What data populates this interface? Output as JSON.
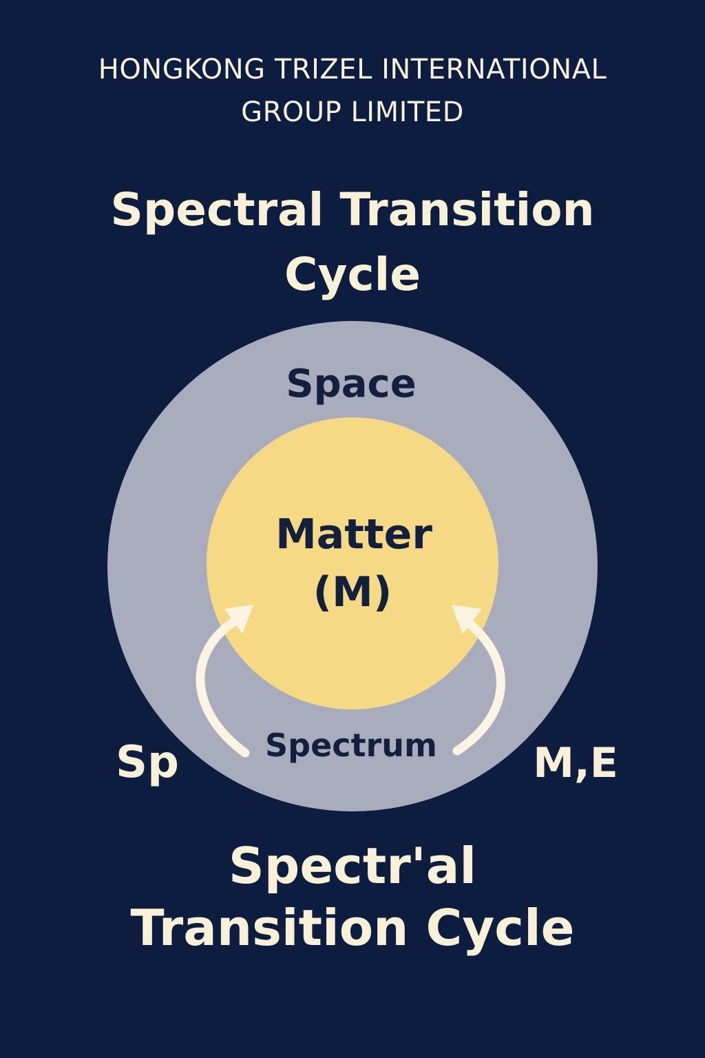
{
  "header": {
    "company_line1": "HONGKONG TRIZEL INTERNATIONAL",
    "company_line2": "GROUP LIMITED",
    "title_line1": "Spectral Transition",
    "title_line2": "Cycle"
  },
  "diagram": {
    "outer_label": "Space",
    "inner_label_line1": "Matter",
    "inner_label_line2": "(M)",
    "cycle_label": "Spectrum",
    "left_label": "Sp",
    "right_label": "M,E",
    "colors": {
      "background": "#0d1d3f",
      "outer_circle": "#a9acbc",
      "inner_circle": "#f6d985",
      "arrow": "#fbf4e2",
      "dark_text": "#13203d",
      "light_text": "#f8f1d8"
    }
  },
  "footer": {
    "title_line1": "Spectr'al",
    "title_line2": "Transition Cycle"
  }
}
